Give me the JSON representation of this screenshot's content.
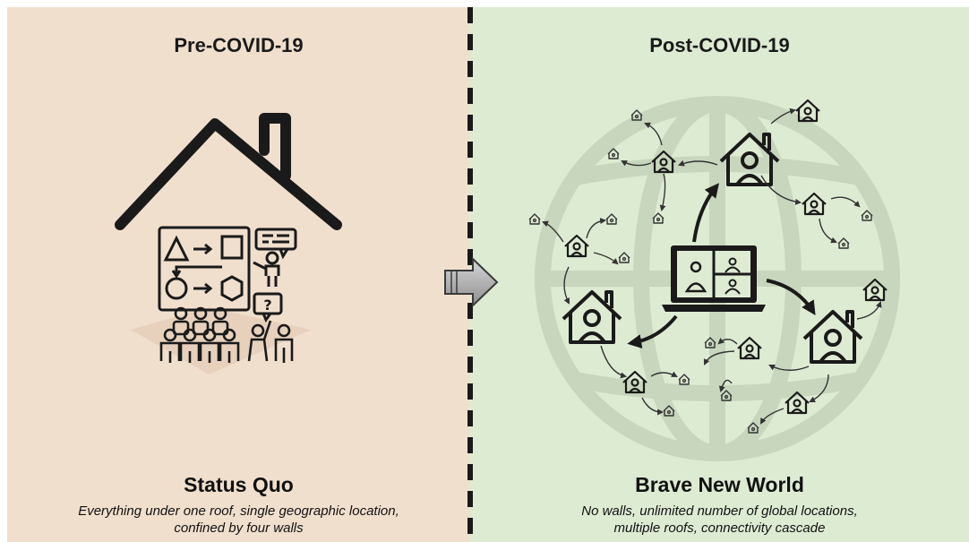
{
  "left_panel": {
    "heading": "Pre-COVID-19",
    "caption_title": "Status Quo",
    "caption_line1": "Everything under one roof, single geographic location,",
    "caption_line2": "confined by four walls",
    "background": "#f1dfcd"
  },
  "right_panel": {
    "heading": "Post-COVID-19",
    "caption_title": "Brave New World",
    "caption_line1": "No walls, unlimited number of global locations,",
    "caption_line2": "multiple roofs, connectivity cascade",
    "background": "#deebd3"
  },
  "icons": {
    "left": [
      "house-roof-icon",
      "whiteboard-icon",
      "presenter-icon",
      "speech-bubble-icon",
      "question-bubble-icon",
      "audience-group-icon"
    ],
    "center": "right-arrow-icon",
    "right": [
      "globe-icon",
      "laptop-video-call-icon",
      "home-person-icon",
      "curved-arrow-icon"
    ]
  },
  "colors": {
    "ink": "#1a1a1a",
    "arrow_gray": "#9a9a9a",
    "globe_line": "#c8d6bd"
  }
}
